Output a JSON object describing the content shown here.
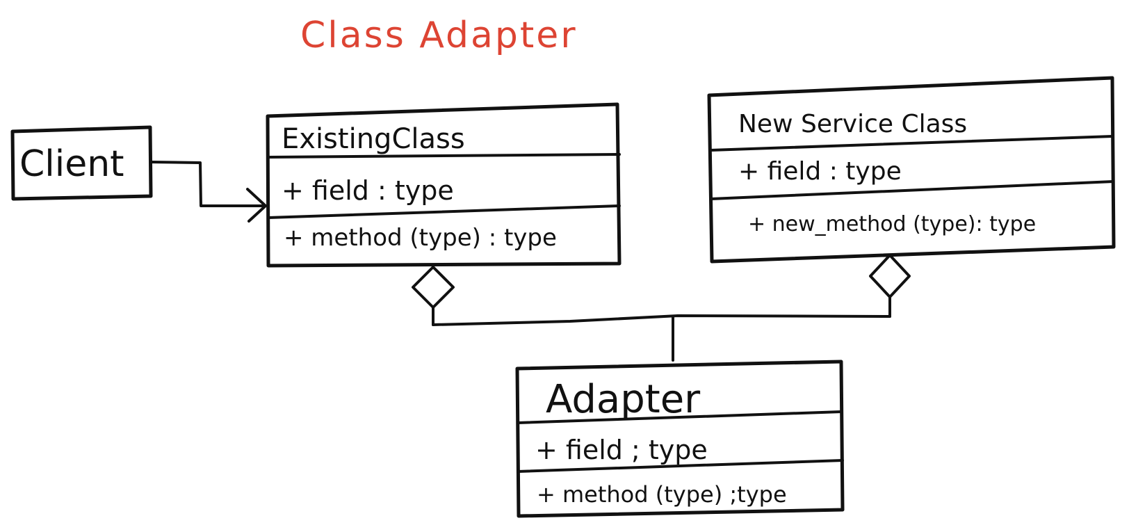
{
  "diagram": {
    "title": "Class Adapter",
    "title_color": "#dd4433",
    "client": {
      "name": "Client"
    },
    "existing_class": {
      "name": "ExistingClass",
      "field": "+ field : type",
      "method": "+ method (type) : type"
    },
    "new_service_class": {
      "name": "New Service Class",
      "field": "+ field : type",
      "method": "+ new_method (type): type"
    },
    "adapter": {
      "name": "Adapter",
      "field": "+ field ; type",
      "method": "+ method (type) ;type"
    }
  }
}
